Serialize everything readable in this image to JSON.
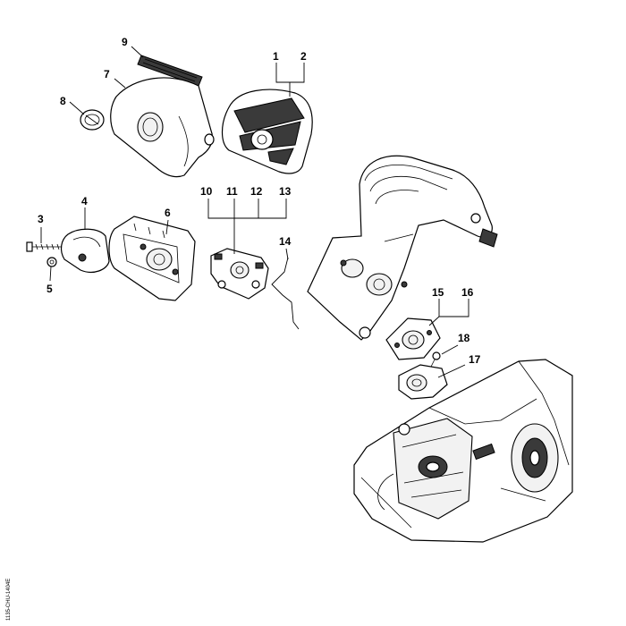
{
  "diagram": {
    "callouts": [
      "1",
      "2",
      "3",
      "4",
      "5",
      "6",
      "7",
      "8",
      "9",
      "10",
      "11",
      "12",
      "13",
      "14",
      "15",
      "16",
      "17",
      "18"
    ],
    "reference_code": "1135-CHU-1404E"
  }
}
